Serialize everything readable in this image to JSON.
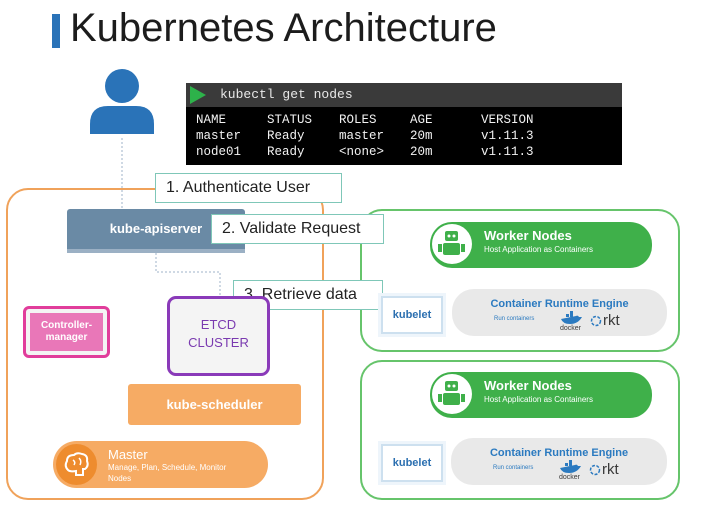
{
  "title": "Kubernetes Architecture",
  "terminal": {
    "command": "kubectl get nodes",
    "headers": [
      "NAME",
      "STATUS",
      "ROLES",
      "AGE",
      "VERSION"
    ],
    "rows": [
      [
        "master",
        "Ready",
        "master",
        "20m",
        "v1.11.3"
      ],
      [
        "node01",
        "Ready",
        "<none>",
        "20m",
        "v1.11.3"
      ]
    ]
  },
  "steps": [
    "1. Authenticate User",
    "2. Validate Request",
    "3. Retrieve data"
  ],
  "master": {
    "apiserver": "kube-apiserver",
    "etcd_line1": "ETCD",
    "etcd_line2": "CLUSTER",
    "controller_line1": "Controller-",
    "controller_line2": "manager",
    "scheduler": "kube-scheduler",
    "name": "Master",
    "desc_line1": "Manage, Plan, Schedule, Monitor",
    "desc_line2": "Nodes"
  },
  "workers": [
    {
      "title": "Worker Nodes",
      "subtitle": "Host Application as Containers",
      "kubelet": "kubelet",
      "runtime_title": "Container Runtime Engine",
      "runtime_sub": "Run containers",
      "docker": "docker",
      "rkt": "rkt"
    },
    {
      "title": "Worker Nodes",
      "subtitle": "Host Application as Containers",
      "kubelet": "kubelet",
      "runtime_title": "Container Runtime Engine",
      "runtime_sub": "Run containers",
      "docker": "docker",
      "rkt": "rkt"
    }
  ],
  "colors": {
    "title_accent": "#2a73b8",
    "user_icon": "#2a73b8",
    "master_border": "#f0a25a",
    "worker_border": "#66c46b",
    "apiserver": "#6a8aa5",
    "etcd_border": "#8a3ab9",
    "controller": "#e13d9b",
    "scheduler": "#f6ab64",
    "worker_pill": "#3fb04a",
    "kubelet_text": "#2b6fb0"
  },
  "icons": [
    "user-icon",
    "terminal-prompt-icon",
    "brain-icon",
    "robot-icon",
    "docker-whale-icon",
    "rkt-logo-icon"
  ]
}
